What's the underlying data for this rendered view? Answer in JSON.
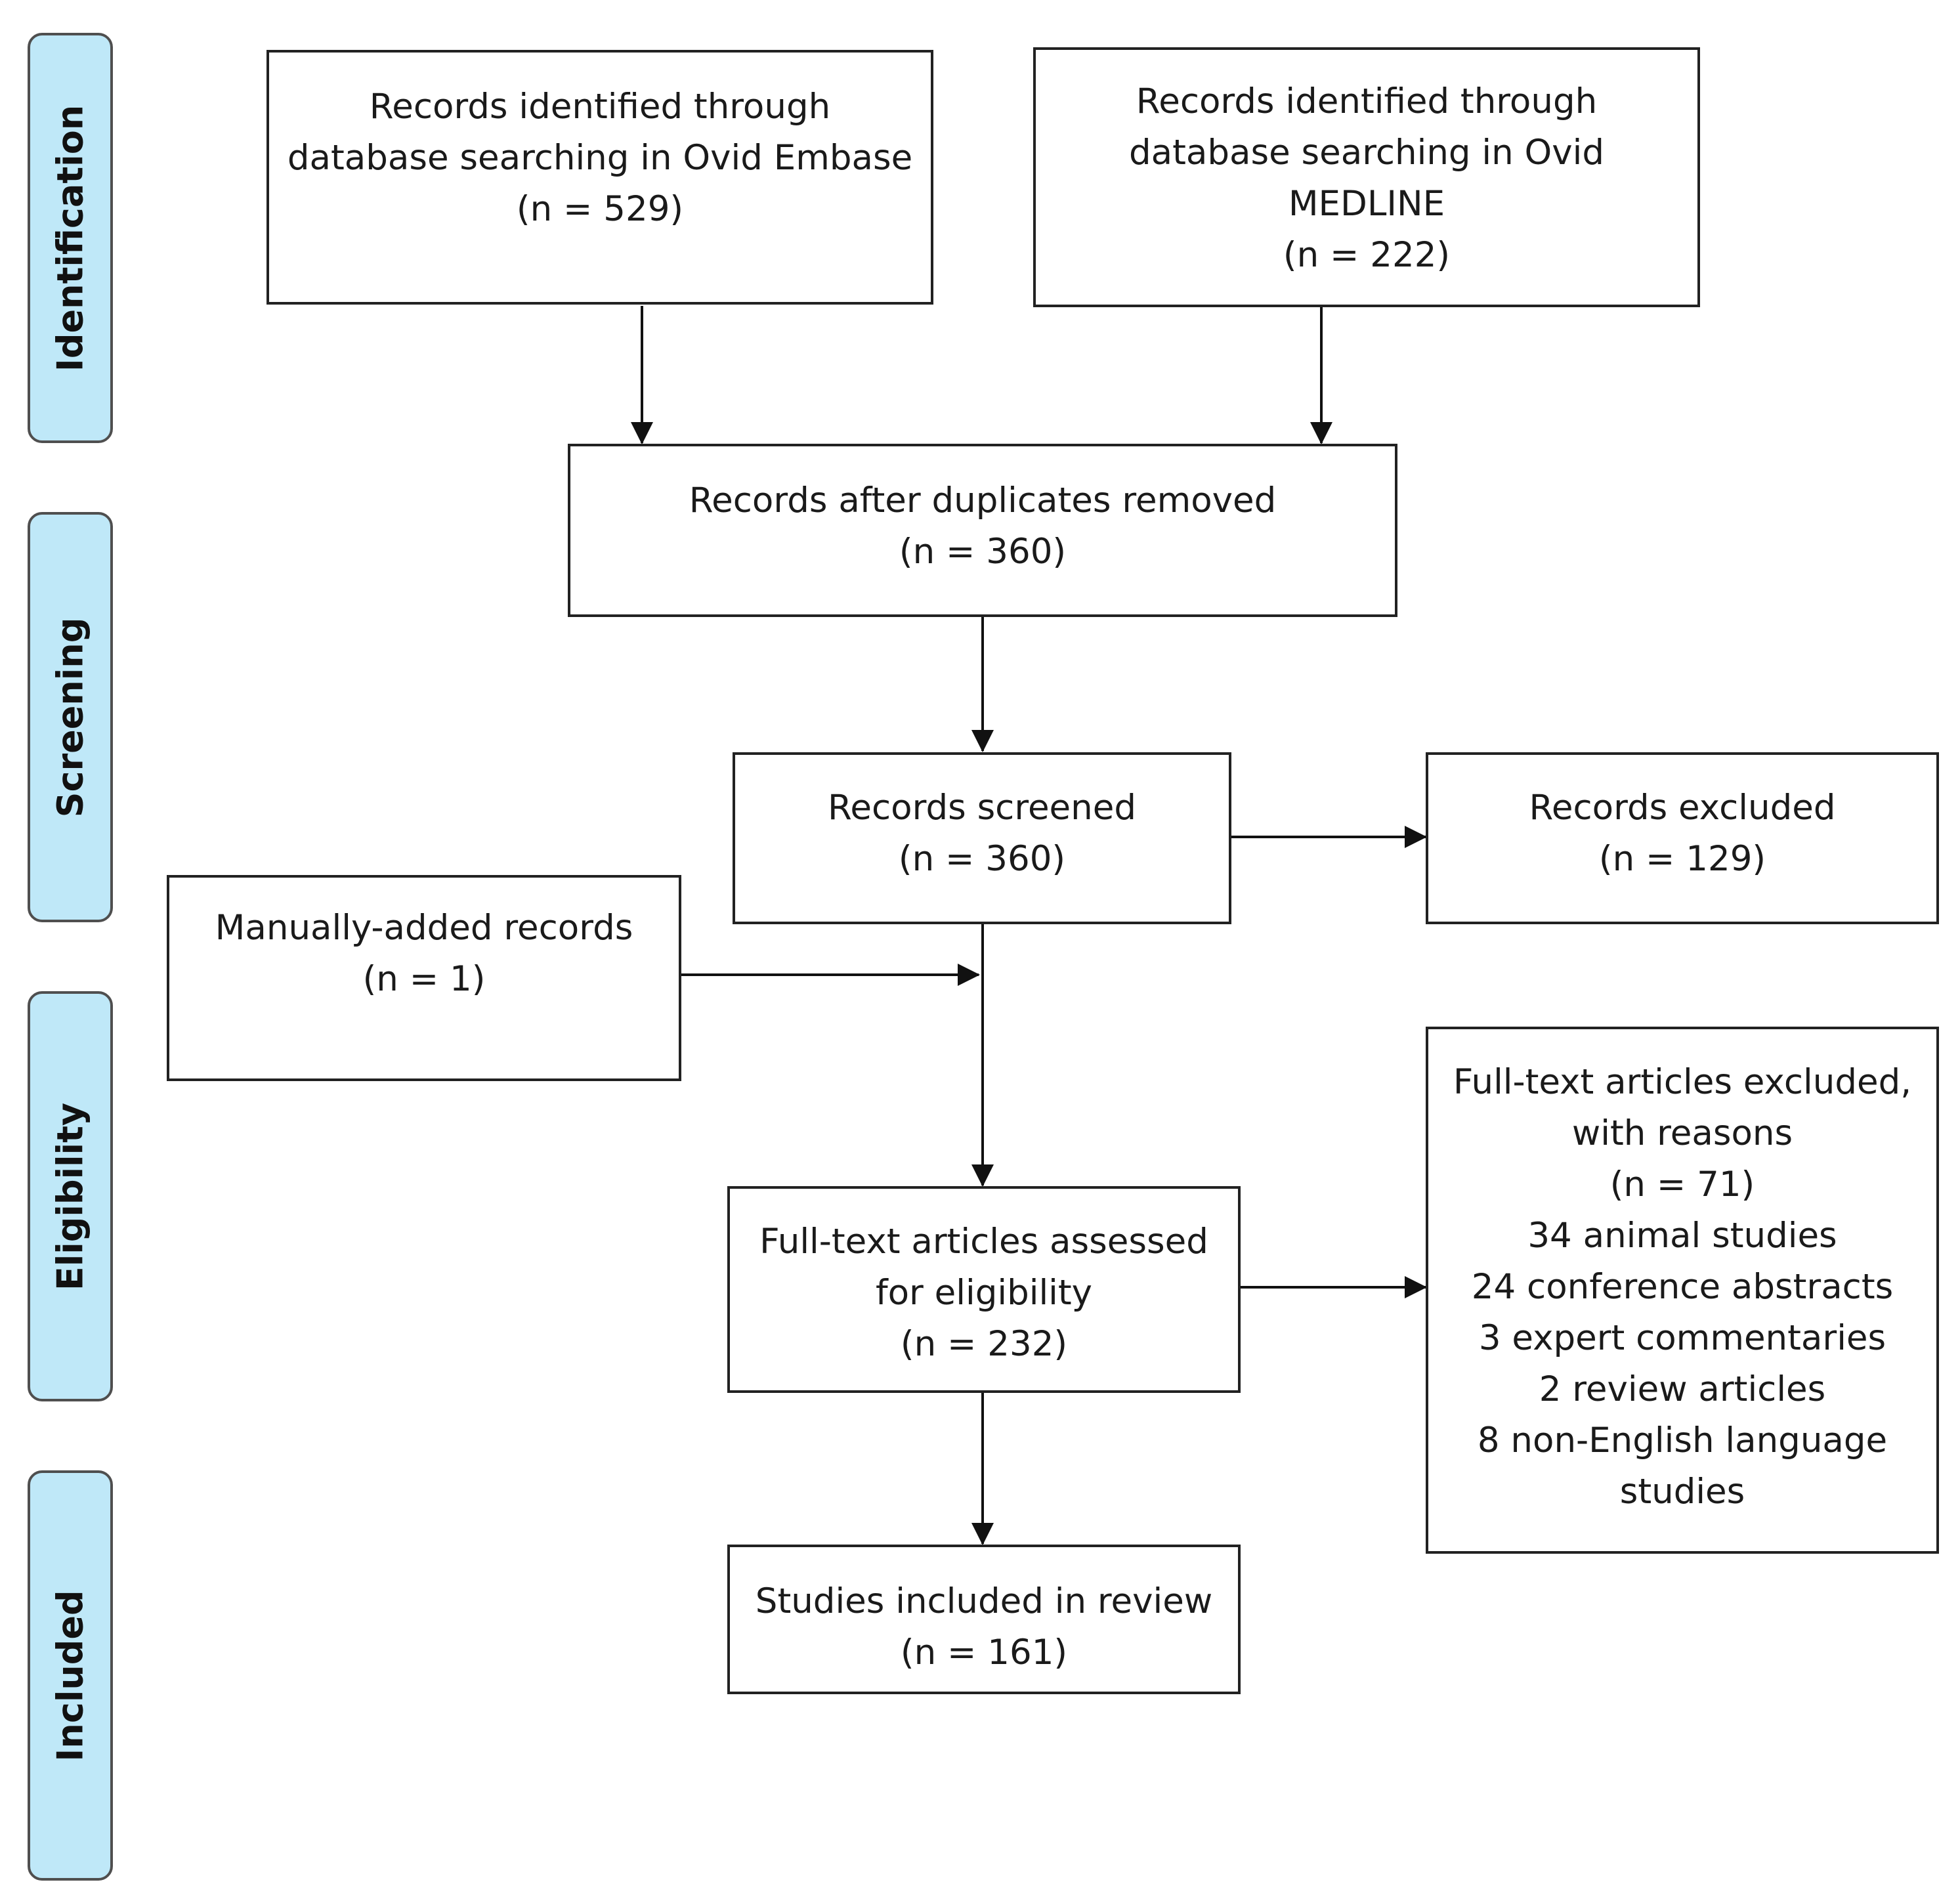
{
  "stages": {
    "identification": "Identification",
    "screening": "Screening",
    "eligibility": "Eligibility",
    "included": "Included"
  },
  "boxes": {
    "embase": {
      "line1": "Records identified through",
      "line2": "database searching in Ovid Embase",
      "count": "(n = 529)"
    },
    "medline": {
      "line1": "Records identified through",
      "line2": "database searching in Ovid",
      "line3": "MEDLINE",
      "count": "(n = 222)"
    },
    "duplicates_removed": {
      "label": "Records after duplicates removed",
      "count": "(n = 360)"
    },
    "screened": {
      "label": "Records screened",
      "count": "(n = 360)"
    },
    "excluded": {
      "label": "Records excluded",
      "count": "(n = 129)"
    },
    "manual": {
      "label": "Manually-added records",
      "count": "(n = 1)"
    },
    "fulltext_assessed": {
      "line1": "Full-text articles assessed",
      "line2": "for eligibility",
      "count": "(n = 232)"
    },
    "fulltext_excluded": {
      "line1": "Full-text articles excluded,",
      "line2": "with reasons",
      "count": "(n = 71)",
      "reasons": [
        "34 animal studies",
        "24 conference abstracts",
        "3 expert commentaries",
        "2 review articles",
        "8 non-English language",
        "studies"
      ]
    },
    "included": {
      "label": "Studies included in review",
      "count": "(n = 161)"
    }
  },
  "colors": {
    "stage_fill": "#bfe8f8",
    "stage_border": "#4f4f4f",
    "box_border": "#222222",
    "arrow": "#111111"
  }
}
